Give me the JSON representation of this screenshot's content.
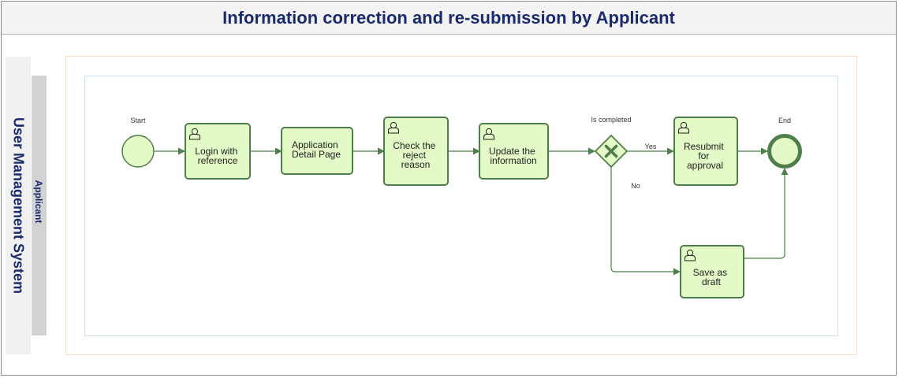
{
  "header": {
    "title": "Information correction and re-submission by Applicant"
  },
  "pool": {
    "label": "User Management System"
  },
  "lane": {
    "label": "Applicant"
  },
  "events": {
    "start": {
      "label": "Start"
    },
    "end": {
      "label": "End"
    }
  },
  "gateway": {
    "label": "Is completed",
    "yes_label": "Yes",
    "no_label": "No"
  },
  "tasks": {
    "login": {
      "lines": [
        "Login with",
        "reference"
      ]
    },
    "app_detail": {
      "lines": [
        "Application",
        "Detail Page"
      ]
    },
    "check_reject": {
      "lines": [
        "Check the",
        "reject",
        "reason"
      ]
    },
    "update_info": {
      "lines": [
        "Update the",
        "information"
      ]
    },
    "resubmit": {
      "lines": [
        "Resubmit",
        "for",
        "approval"
      ]
    },
    "save_draft": {
      "lines": [
        "Save as",
        "draft"
      ]
    }
  },
  "colors": {
    "task_fill": "#e3f9c6",
    "stroke": "#4e7e4c",
    "title": "#1a2a6c"
  },
  "icons": {
    "user_task": "user-icon",
    "gateway": "x-mark-icon"
  }
}
